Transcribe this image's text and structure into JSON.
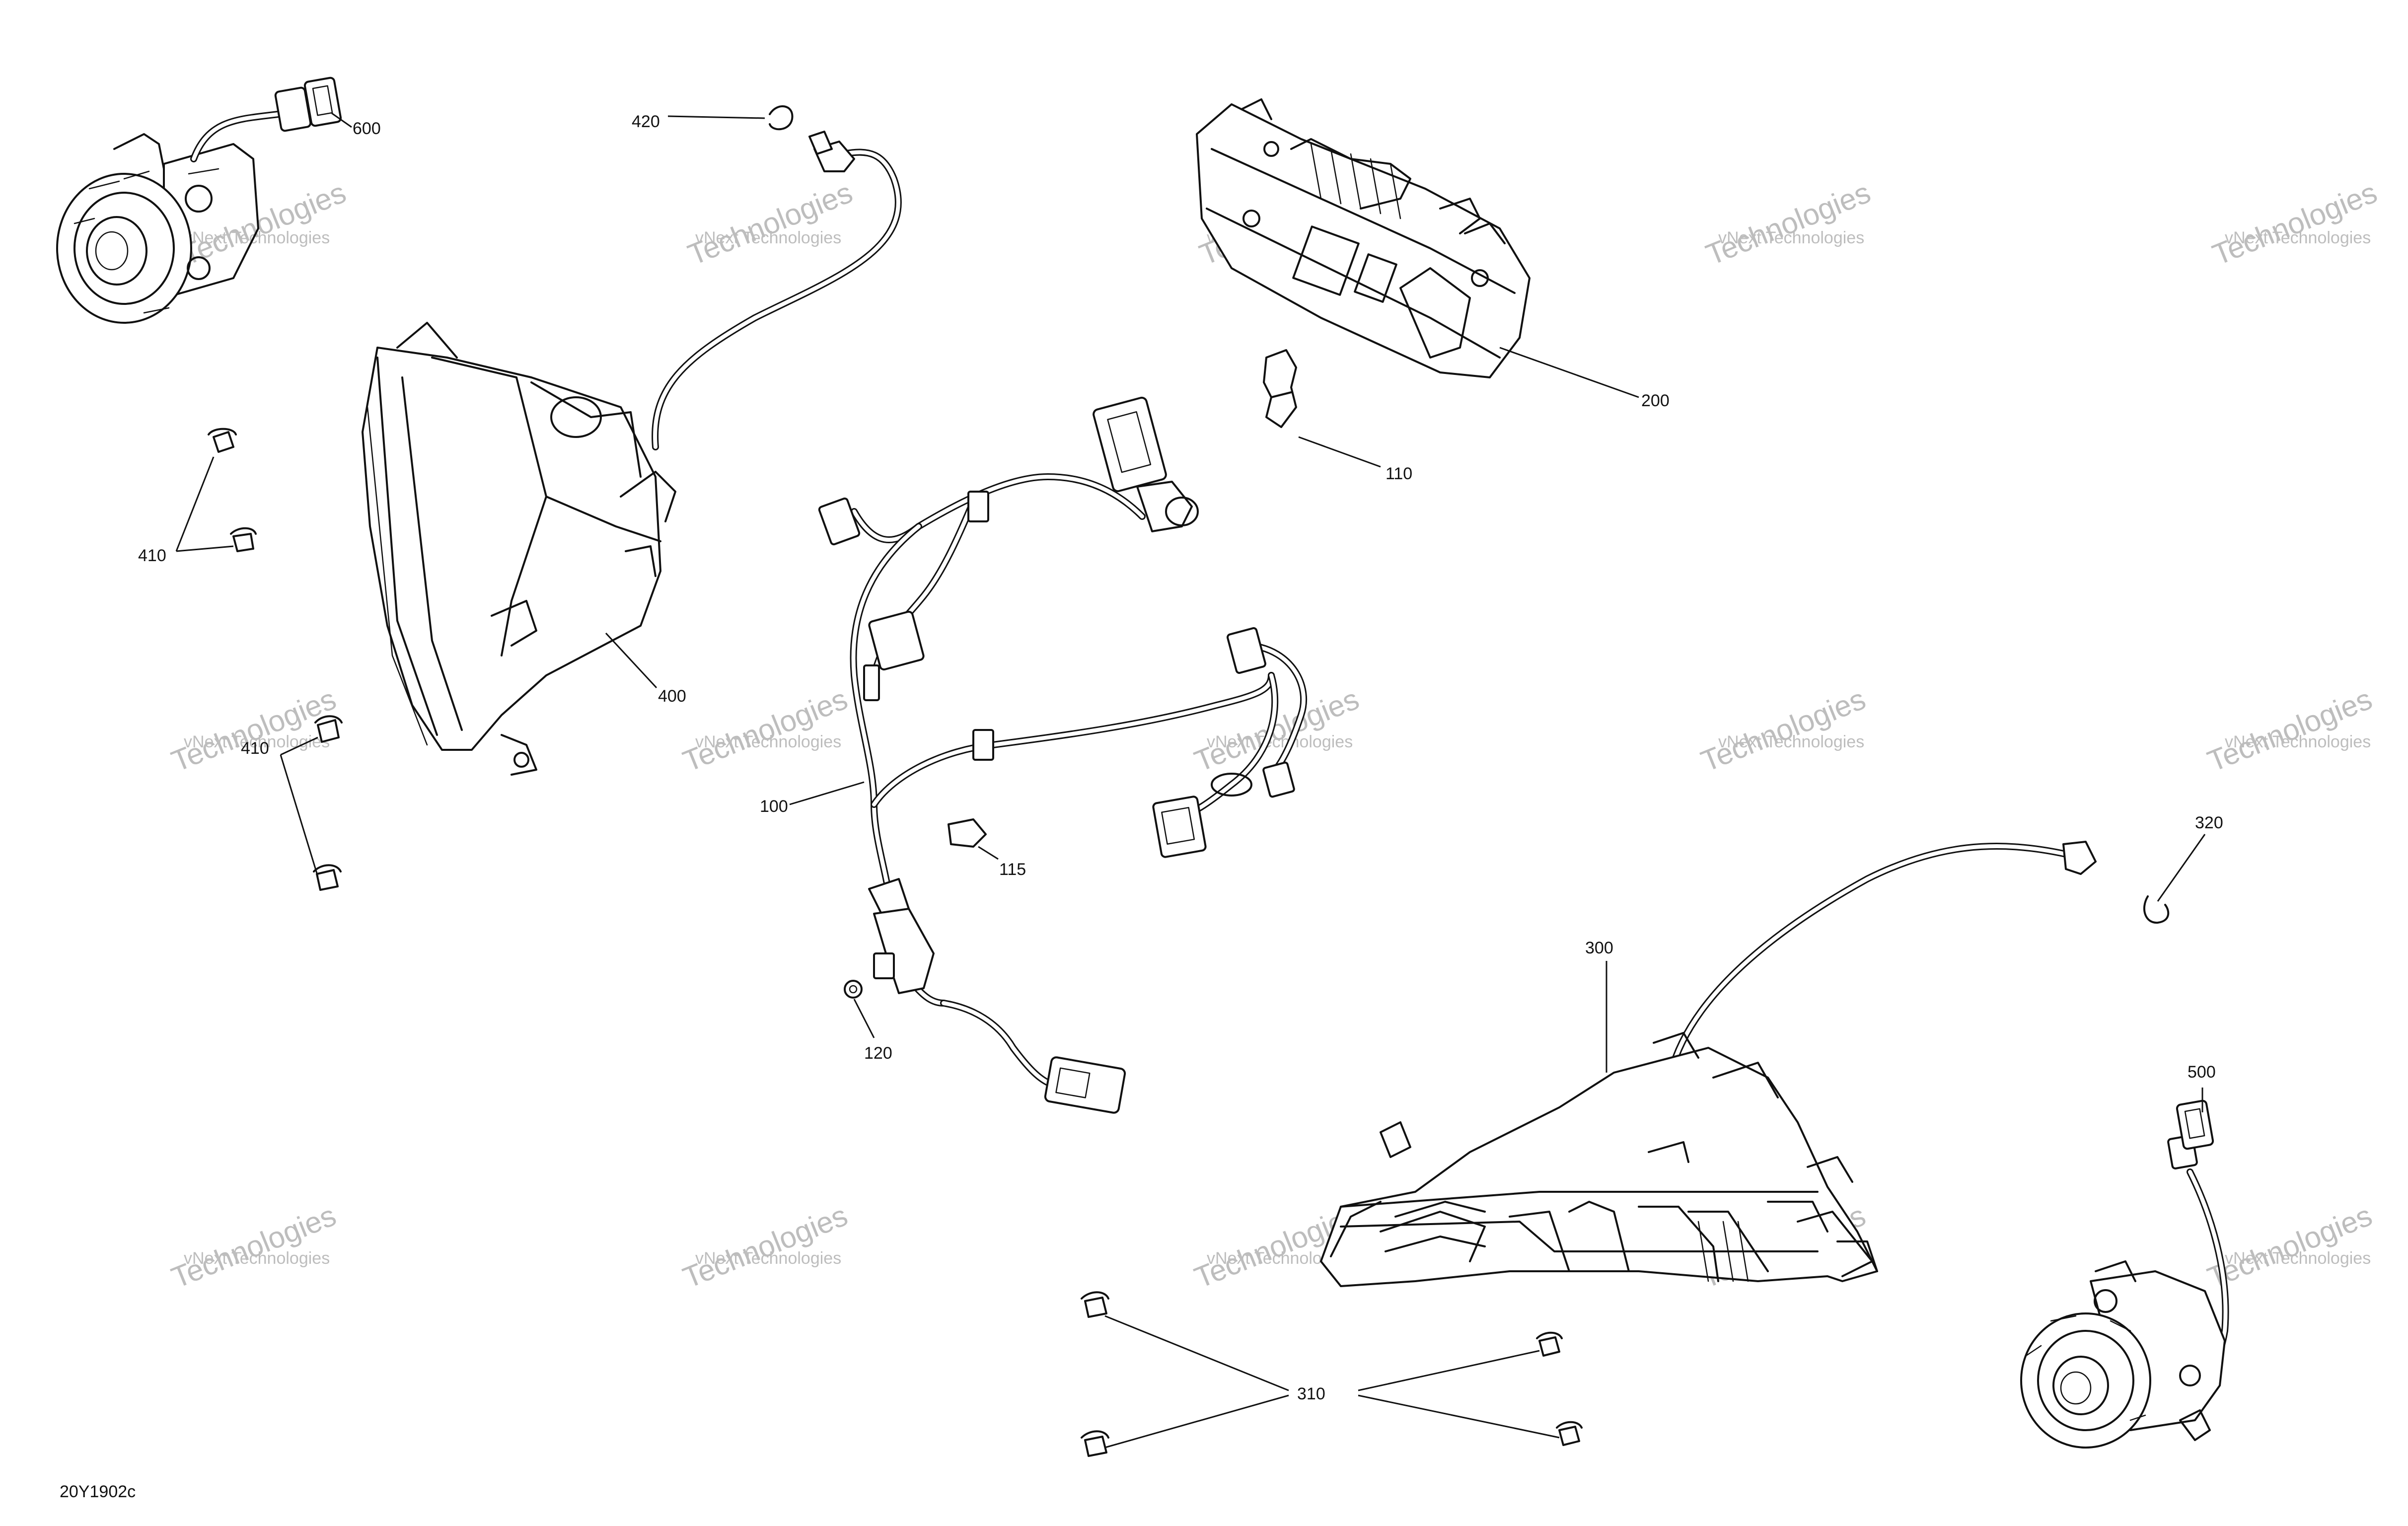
{
  "diagram_code": "20Y1902c",
  "watermark": {
    "line1": "vNext Technologies",
    "line2": "Technologies"
  },
  "callouts": {
    "c600": "600",
    "c420": "420",
    "c200": "200",
    "c110": "110",
    "c410a": "410",
    "c410b": "410",
    "c400": "400",
    "c100": "100",
    "c115": "115",
    "c120": "120",
    "c320": "320",
    "c300": "300",
    "c500": "500",
    "c310": "310"
  }
}
